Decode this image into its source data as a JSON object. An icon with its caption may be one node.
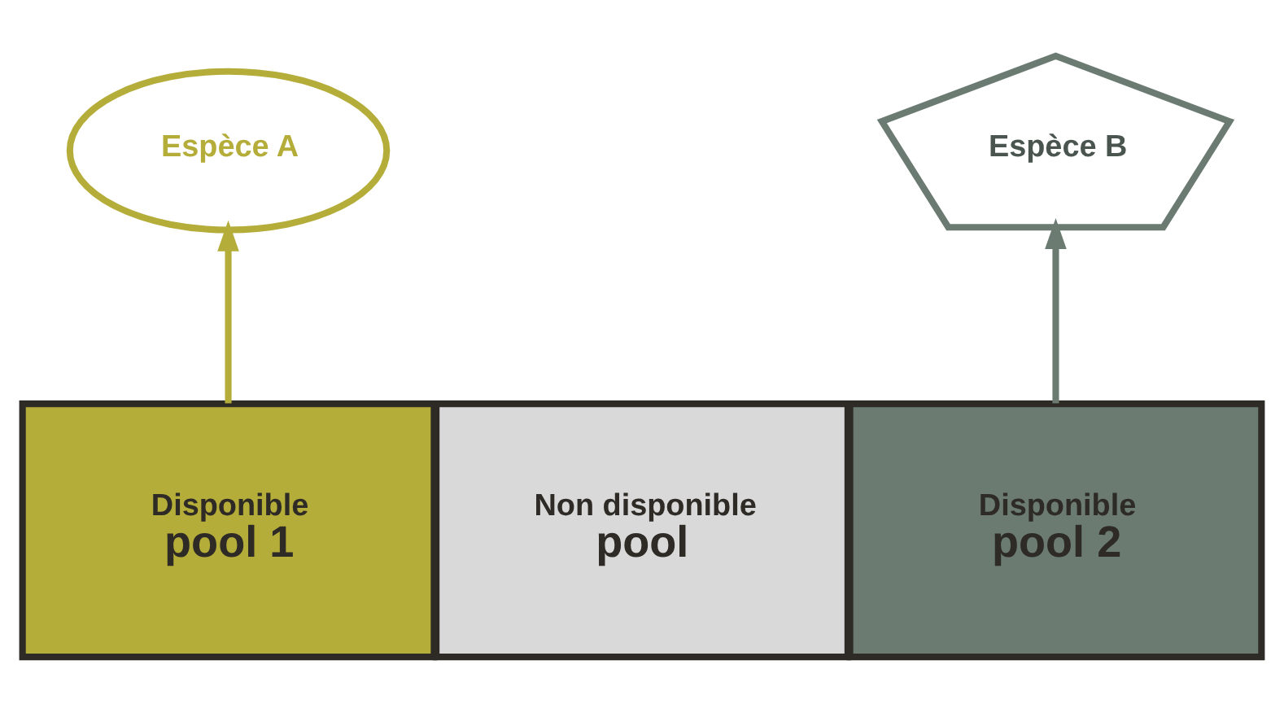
{
  "diagram": {
    "nodes": [
      {
        "text": [
          "Espèce A"
        ]
      },
      {
        "text": [
          "Espèce B"
        ]
      },
      {
        "text": [
          "Disponible",
          "pool 1"
        ]
      },
      {
        "text": [
          "Non disponible",
          "pool"
        ]
      },
      {
        "text": [
          "Disponible",
          "pool 2"
        ]
      }
    ],
    "edges": [
      {
        "from": 2,
        "to": 0,
        "arrow": "to",
        "color": "#b5ad3a"
      },
      {
        "from": 4,
        "to": 1,
        "arrow": "to",
        "color": "#6b7b72"
      }
    ]
  }
}
